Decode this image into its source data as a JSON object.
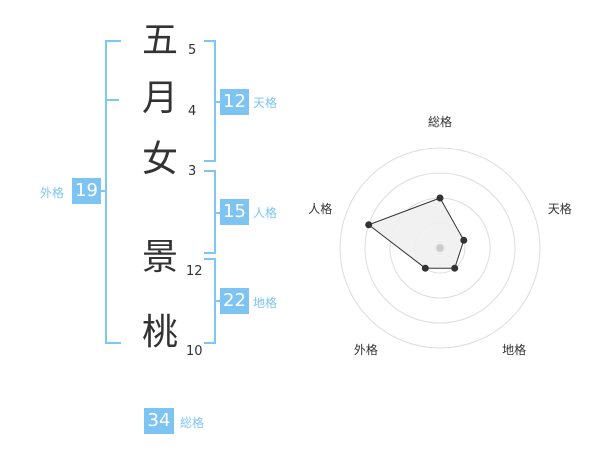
{
  "name": {
    "characters": [
      {
        "char": "五",
        "strokes": "5"
      },
      {
        "char": "月",
        "strokes": "4"
      },
      {
        "char": "女",
        "strokes": "3"
      },
      {
        "char": "景",
        "strokes": "12"
      },
      {
        "char": "桃",
        "strokes": "10"
      }
    ]
  },
  "kakusu": {
    "tenkaku": {
      "value": "12",
      "label": "天格"
    },
    "jinkaku": {
      "value": "15",
      "label": "人格"
    },
    "chikaku": {
      "value": "22",
      "label": "地格"
    },
    "gaikaku": {
      "value": "19",
      "label": "外格"
    },
    "soukaku": {
      "value": "34",
      "label": "総格"
    }
  },
  "chart_data": {
    "type": "radar",
    "axes": [
      "総格",
      "天格",
      "地格",
      "外格",
      "人格"
    ],
    "values": [
      0.5,
      0.25,
      0.25,
      0.25,
      0.75
    ],
    "rings": 4,
    "colors": {
      "fill": "#f0f0f0",
      "stroke": "#333333",
      "grid": "#dddddd",
      "center": "#cccccc"
    }
  }
}
